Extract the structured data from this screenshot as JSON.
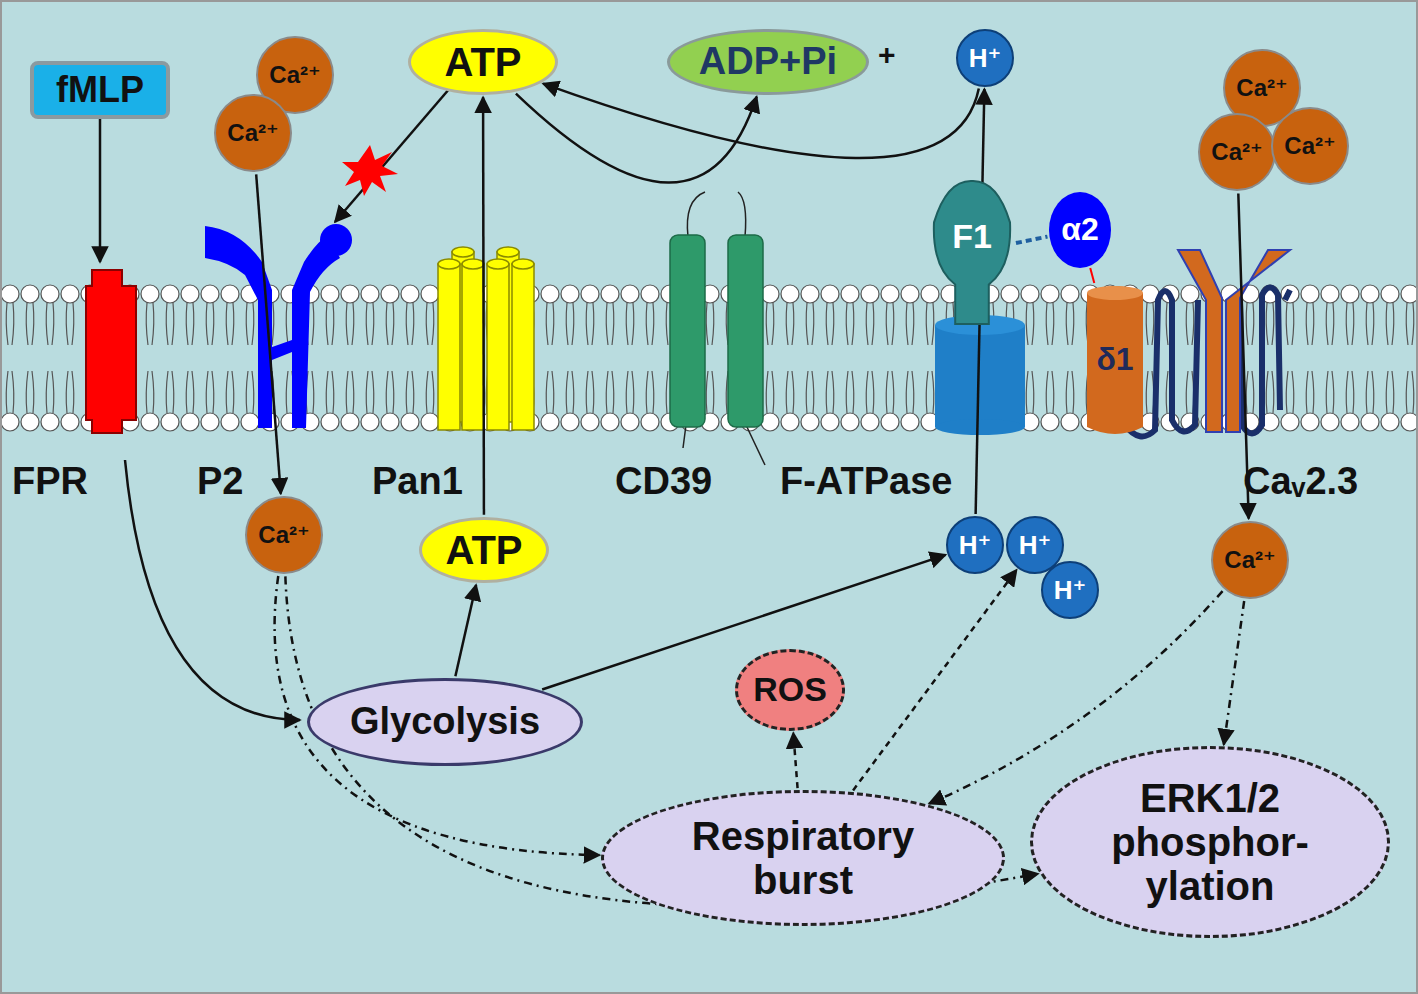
{
  "diagram": {
    "nodes": [
      {
        "text": [
          "fMLP"
        ]
      },
      {
        "text": [
          "Ca²⁺"
        ]
      },
      {
        "text": [
          "Ca²⁺"
        ]
      },
      {
        "text": [
          "ATP"
        ]
      },
      {
        "text": [
          "ADP+Pi"
        ]
      },
      {
        "text": [
          "H⁺"
        ]
      },
      {
        "text": [
          "Ca²⁺"
        ]
      },
      {
        "text": [
          "Ca²⁺"
        ]
      },
      {
        "text": [
          "Ca²⁺"
        ]
      },
      {
        "text": [
          "F1"
        ]
      },
      {
        "text": [
          "α2"
        ]
      },
      {
        "text": [
          "δ1"
        ]
      },
      {
        "text": [
          "Ca²⁺"
        ]
      },
      {
        "text": [
          "ATP"
        ]
      },
      {
        "text": [
          "H⁺"
        ]
      },
      {
        "text": [
          "H⁺"
        ]
      },
      {
        "text": [
          "H⁺"
        ]
      },
      {
        "text": [
          "Ca²⁺"
        ]
      },
      {
        "text": [
          "ROS"
        ]
      },
      {
        "text": [
          "Glycolysis"
        ]
      },
      {
        "text": [
          "Respiratory burst"
        ]
      },
      {
        "text": [
          "ERK1/2 phosphor- ylation"
        ]
      }
    ],
    "edges": [
      {
        "from": 2,
        "to": 12,
        "arrow": "to"
      },
      {
        "from": 13,
        "to": 3,
        "arrow": "to"
      },
      {
        "from": 3,
        "to": 4,
        "arrow": "to"
      },
      {
        "from": 5,
        "to": 3,
        "arrow": "to"
      },
      {
        "from": 14,
        "to": 5,
        "arrow": "to"
      },
      {
        "from": 7,
        "to": 17,
        "arrow": "to"
      },
      {
        "from": 19,
        "to": 13,
        "arrow": "to"
      },
      {
        "from": 19,
        "to": 14,
        "arrow": "to"
      },
      {
        "from": 12,
        "to": 20,
        "arrow": "to"
      },
      {
        "from": 12,
        "to": 21,
        "arrow": "to"
      },
      {
        "from": 17,
        "to": 20,
        "arrow": "to"
      },
      {
        "from": 17,
        "to": 21,
        "arrow": "to"
      },
      {
        "from": 20,
        "to": 18,
        "arrow": "to"
      },
      {
        "from": 20,
        "to": 15,
        "arrow": "to"
      },
      {
        "from": 9,
        "to": 10,
        "arrow": "none"
      },
      {
        "from": 10,
        "to": 11,
        "arrow": "none"
      }
    ],
    "labels": [
      "+",
      "FPR",
      "P2",
      "Pan1",
      "CD39",
      "F-ATPase",
      "Caᵥ2.3"
    ]
  }
}
